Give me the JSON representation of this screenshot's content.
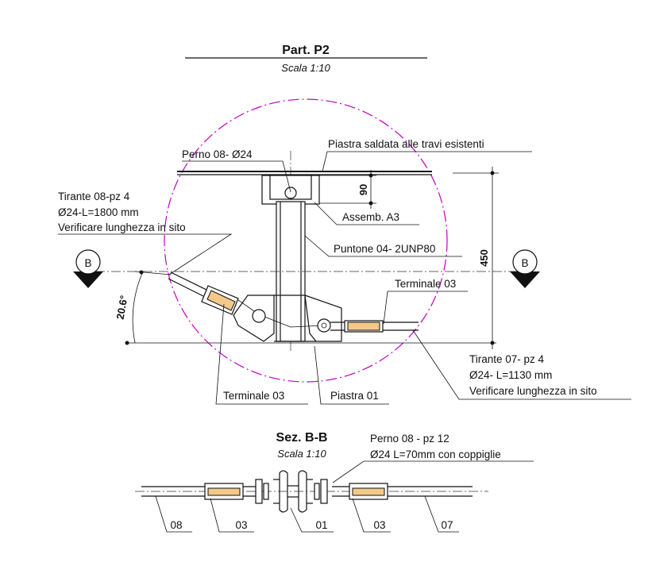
{
  "detail": {
    "title": "Part. P2",
    "scale": "Scala 1:10"
  },
  "section": {
    "title": "Sez. B-B",
    "scale": "Scala 1:10",
    "marker": "B"
  },
  "labels": {
    "perno_top": "Perno 08- Ø24",
    "piastra_saldata": "Piastra saldata alle travi esistenti",
    "tirante08_l1": "Tirante 08-pz 4",
    "tirante08_l2": "Ø24-L=1800 mm",
    "tirante08_l3": "Verificare lunghezza in sito",
    "assemb": "Assemb. A3",
    "puntone": "Puntone 04- 2UNP80",
    "terminale_right": "Terminale 03",
    "terminale_left": "Terminale 03",
    "piastra01": "Piastra 01",
    "tirante07_l1": "Tirante 07- pz 4",
    "tirante07_l2": "Ø24- L=1130 mm",
    "tirante07_l3": "Verificare lunghezza in sito",
    "perno_section_l1": "Perno 08 - pz 12",
    "perno_section_l2": "Ø24 L=70mm con coppiglie"
  },
  "dimensions": {
    "d90": "90",
    "d450": "450",
    "angle": "20.6°"
  },
  "section_callouts": [
    "08",
    "03",
    "01",
    "03",
    "07"
  ],
  "colors": {
    "construction_circle": "#c000c0",
    "terminal_hatch": "#f2c98a",
    "lines": "#111111"
  }
}
